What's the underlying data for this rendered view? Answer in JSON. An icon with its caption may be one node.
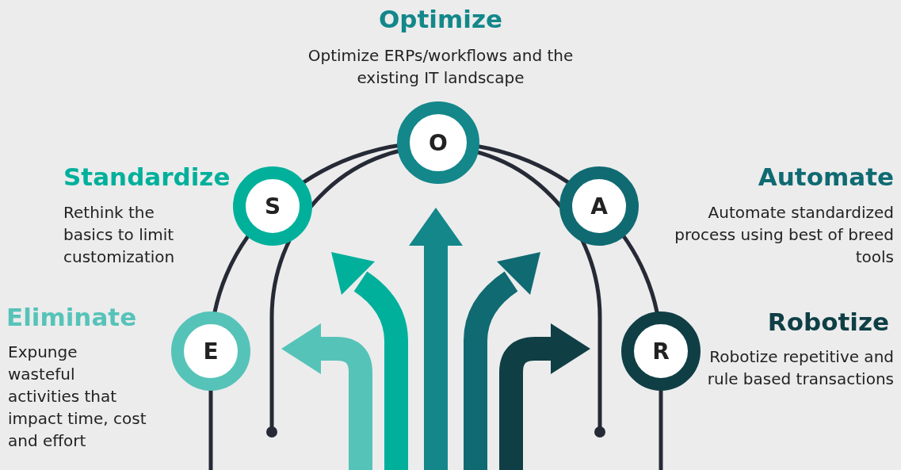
{
  "diagram": {
    "nodes": [
      {
        "text": [
          "E"
        ],
        "beside": [
          "Eliminate",
          "Expunge wasteful activities that impact time, cost and effort"
        ]
      },
      {
        "text": [
          "S"
        ],
        "beside": [
          "Standardize",
          "Rethink the basics to limit customization"
        ]
      },
      {
        "text": [
          "O"
        ],
        "beside": [
          "Optimize",
          "Optimize ERPs/workflows and the existing IT landscape"
        ]
      },
      {
        "text": [
          "A"
        ],
        "beside": [
          "Automate",
          "Automate standardized process using best of breed tools"
        ]
      },
      {
        "text": [
          "R"
        ],
        "beside": [
          "Robotize",
          "Robotize repetitive and rule based transactions"
        ]
      }
    ]
  }
}
